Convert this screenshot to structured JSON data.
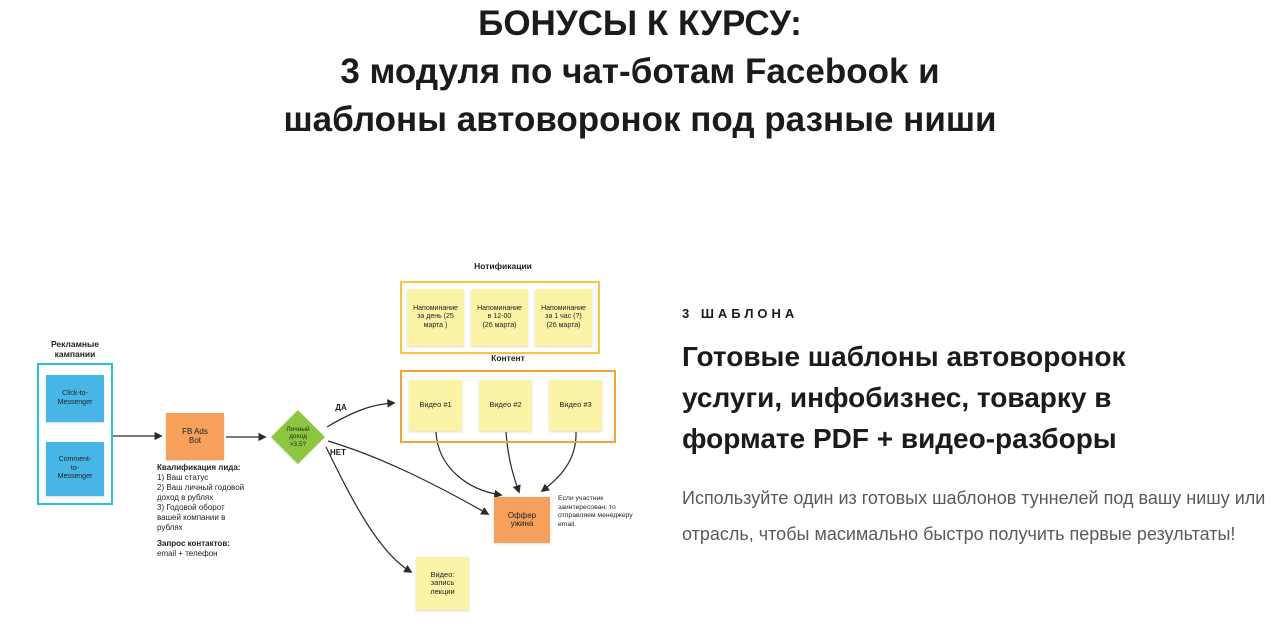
{
  "header": {
    "lines": [
      "БОНУСЫ К КУРСУ:",
      "3 модуля по чат-ботам Facebook и",
      "шаблоны автоворонок под разные ниши"
    ]
  },
  "right": {
    "eyebrow": "3 ШАБЛОНА",
    "heading": "Готовые шаблоны автоворонок услуги, инфобизнес, товарку в формате PDF + видео-разборы",
    "paragraph": "Используйте один из готовых шаблонов туннелей под вашу нишу или отрасль, чтобы масимально быстро получить первые результаты!"
  },
  "diagram": {
    "labels": {
      "ads": "Рекламные\nкампании",
      "notifications": "Нотификации",
      "content": "Контент",
      "yes": "ДА",
      "no": "НЕТ"
    },
    "nodes": {
      "click_to_messenger": "Click-to-\nMessenger",
      "comment_to_messenger": "Comment-\nto-\nMessenger",
      "fb_ads_bot": "FB Ads\nBot",
      "income_check": "Личный\nдоход\n>3,5?",
      "reminder_day": "Напоминание\nза день (25\nмарта )",
      "reminder_noon": "Напоминание\nв 12-00\n(26 марта)",
      "reminder_hour": "Напоминание\nза 1 час (?)\n(26 марта)",
      "video1": "Видео #1",
      "video2": "Видео #2",
      "video3": "Видео #3",
      "offer": "Оффер\nужина",
      "video_lecture": "Видео:\nзапись\nлекции"
    },
    "qualification": {
      "title": "Квалификация лида:",
      "items": "1) Ваш статус\n2) Ваш личный годовой\nдоход в рублях\n3) Годовой оборот\nвашей компании в\nрублях",
      "contacts_title": "Запрос контактов:",
      "contacts_value": "email + телефон"
    },
    "offer_note": "Если участник\nзаинтересован, то\nотправляем менеджеру\nemail.",
    "colors": {
      "cyan_border": "#2bc0d9",
      "blue_note": "#47b6e6",
      "orange_note": "#f6a05b",
      "yellow_note": "#fbf3a6",
      "notif_border": "#f6c544",
      "content_border": "#f2a43c",
      "green_diamond": "#8dc63f"
    }
  }
}
